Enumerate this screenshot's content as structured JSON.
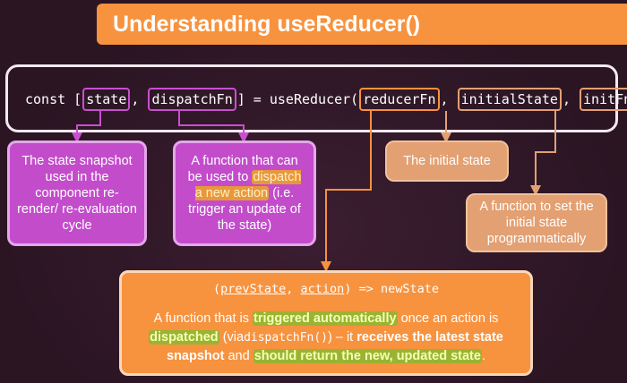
{
  "title": "Understanding useReducer()",
  "code": {
    "prefix": "const [",
    "state": "state",
    "sep1": ", ",
    "dispatch": "dispatchFn",
    "mid": "] = useReducer(",
    "reducer": "reducerFn",
    "sep2": ", ",
    "initialState": "initialState",
    "sep3": ", ",
    "initFn": "initFn",
    "suffix": ");"
  },
  "boxes": {
    "state_desc": "The state snapshot used in the component re-render/ re-evaluation cycle",
    "dispatch_pre": "A function that can be used to",
    "dispatch_hl": "dispatch a new action",
    "dispatch_post": "(i.e. trigger an update of the state)",
    "initial_desc": "The initial state",
    "initfn_desc": "A function to set the initial state programmatically"
  },
  "reducer": {
    "sig_open": "(",
    "sig_prev": "prevState",
    "sig_comma": ", ",
    "sig_action": "action",
    "sig_close": ") => newState",
    "t1": "A function that is",
    "t2": "triggered automatically",
    "t3": "once an action is",
    "t4": "dispatched",
    "t5": "(via",
    "t6": "dispatchFn()",
    "t7": ") – it",
    "t8": "receives the latest state snapshot",
    "t9": "and",
    "t10": "should return the new, updated state",
    "t11": "."
  },
  "colors": {
    "purple": "#c34ccb",
    "orange": "#f7923e",
    "tan": "#e3a072",
    "background": "#2b1523"
  }
}
